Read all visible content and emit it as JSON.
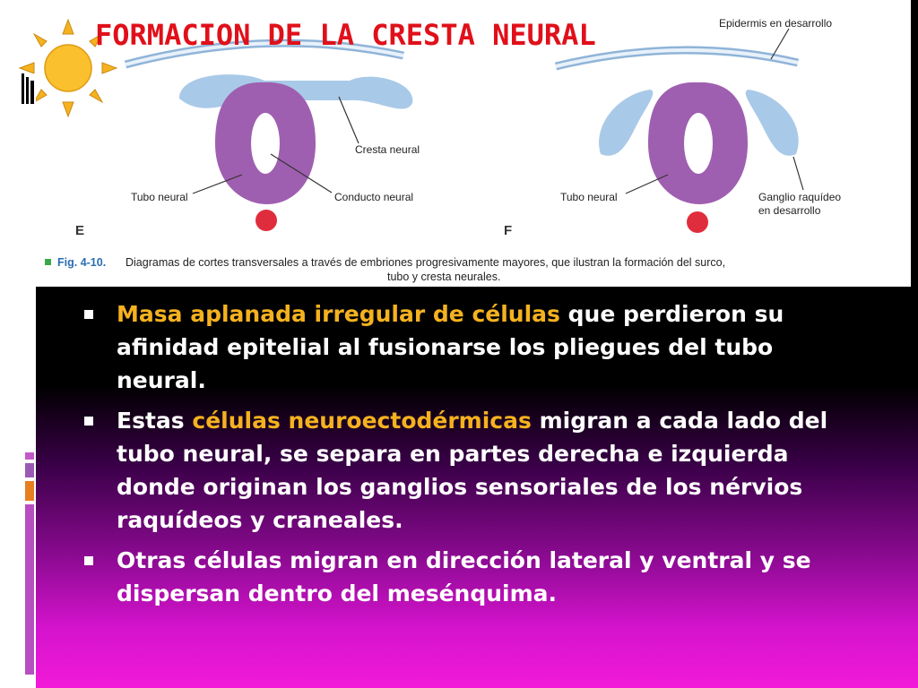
{
  "slide": {
    "title": "FORMACION DE LA CRESTA NEURAL",
    "colors": {
      "title": "#e0101a",
      "highlight": "#f5b21f",
      "text": "#ffffff",
      "tissue_purple": "#9f5fb0",
      "tissue_blue": "#a9c9e8",
      "notochord_red": "#e02d3d"
    }
  },
  "figure": {
    "panel_e": {
      "letter": "E",
      "labels": {
        "cresta": "Cresta neural",
        "tubo": "Tubo neural",
        "conducto": "Conducto neural"
      }
    },
    "panel_f": {
      "letter": "F",
      "labels": {
        "epidermis": "Epidermis en desarrollo",
        "tubo": "Tubo neural",
        "ganglio_1": "Ganglio raquídeo",
        "ganglio_2": "en desarrollo"
      }
    },
    "caption": {
      "fig_label": "Fig. 4-10.",
      "line1": "Diagramas de cortes transversales a través de embriones progresivamente mayores, que ilustran la formación del surco,",
      "line2": "tubo y cresta neurales."
    }
  },
  "bullets": [
    {
      "highlight": "Masa aplanada irregular de células",
      "prefix": "",
      "rest": " que perdieron su afinidad epitelial  al fusionarse los pliegues del tubo neural."
    },
    {
      "prefix": "Estas ",
      "highlight": "células neuroectodérmicas",
      "rest": " migran a cada lado del tubo neural, se separa en partes derecha e izquierda donde originan los ganglios sensoriales de los nérvios raquídeos y craneales."
    },
    {
      "prefix": "Otras células migran en dirección lateral y ventral y se dispersan dentro del mesénquima.",
      "highlight": "",
      "rest": ""
    }
  ]
}
